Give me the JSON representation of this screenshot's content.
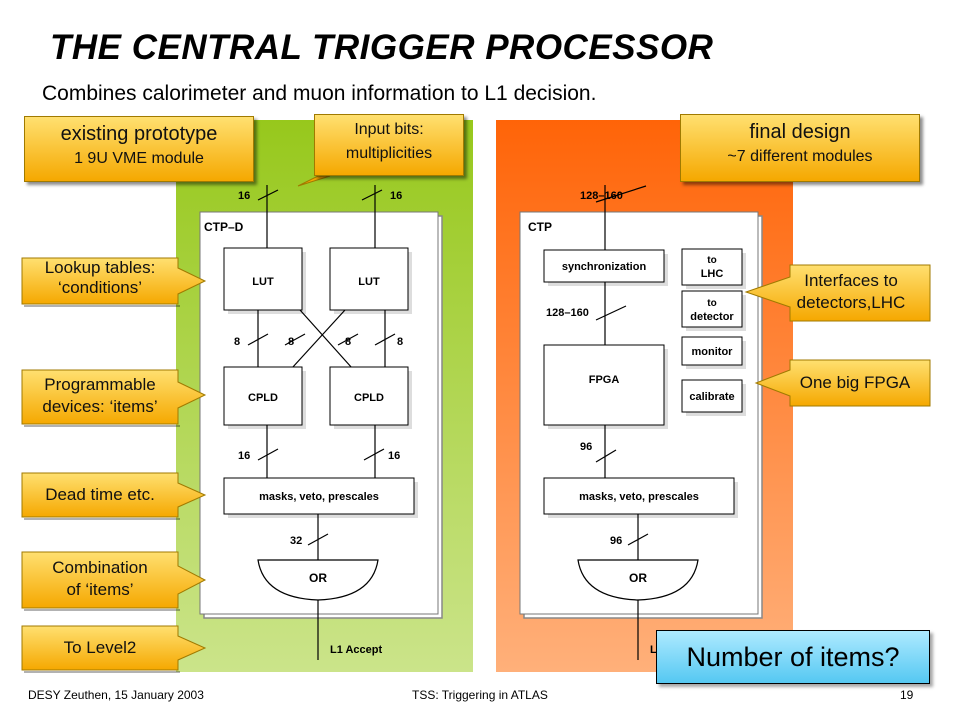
{
  "slide": {
    "title": "THE CENTRAL TRIGGER PROCESSOR",
    "subtitle": "Combines calorimeter and muon information to L1 decision."
  },
  "boxes": {
    "existing_title": "existing prototype",
    "existing_sub": "1 9U VME module",
    "input_line1": "Input bits:",
    "input_line2": "multiplicities",
    "final_title": "final design",
    "final_sub": "~7 different modules",
    "question": "Number of items?"
  },
  "callouts": {
    "lookup_1": "Lookup tables:",
    "lookup_2": "‘conditions’",
    "prog_1": "Programmable",
    "prog_2": "devices: ‘items’",
    "dead": "Dead time etc.",
    "comb_1": "Combination",
    "comb_2": "of ‘items’",
    "level2": "To Level2",
    "iface_1": "Interfaces to",
    "iface_2": "detectors,LHC",
    "fpga": "One big FPGA"
  },
  "left_diagram": {
    "label": "CTP–D",
    "in_left": "16",
    "in_right": "16",
    "lut_left": "LUT",
    "lut_right": "LUT",
    "bus_8a": "8",
    "bus_8b": "8",
    "bus_8c": "8",
    "bus_8d": "8",
    "cpld_left": "CPLD",
    "cpld_right": "CPLD",
    "out_left": "16",
    "out_right": "16",
    "masks": "masks, veto, prescales",
    "bus_32": "32",
    "or": "OR",
    "accept": "L1 Accept"
  },
  "right_diagram": {
    "label": "CTP",
    "in_bits": "128–160",
    "sync": "synchronization",
    "mid_bits": "128–160",
    "fpga": "FPGA",
    "to_lhc_1": "to",
    "to_lhc_2": "LHC",
    "to_det_1": "to",
    "to_det_2": "detector",
    "monitor": "monitor",
    "calibrate": "calibrate",
    "bits_96a": "96",
    "masks": "masks, veto, prescales",
    "bits_96b": "96",
    "or": "OR",
    "accept_partial": "L"
  },
  "footer": {
    "left": "DESY Zeuthen, 15 January 2003",
    "center": "TSS: Triggering in ATLAS",
    "page": "19"
  },
  "colors": {
    "left_panel": "#9ccc22",
    "right_panel": "#ff6a10",
    "callout": "#f7b300",
    "question": "#6cd0f5"
  }
}
